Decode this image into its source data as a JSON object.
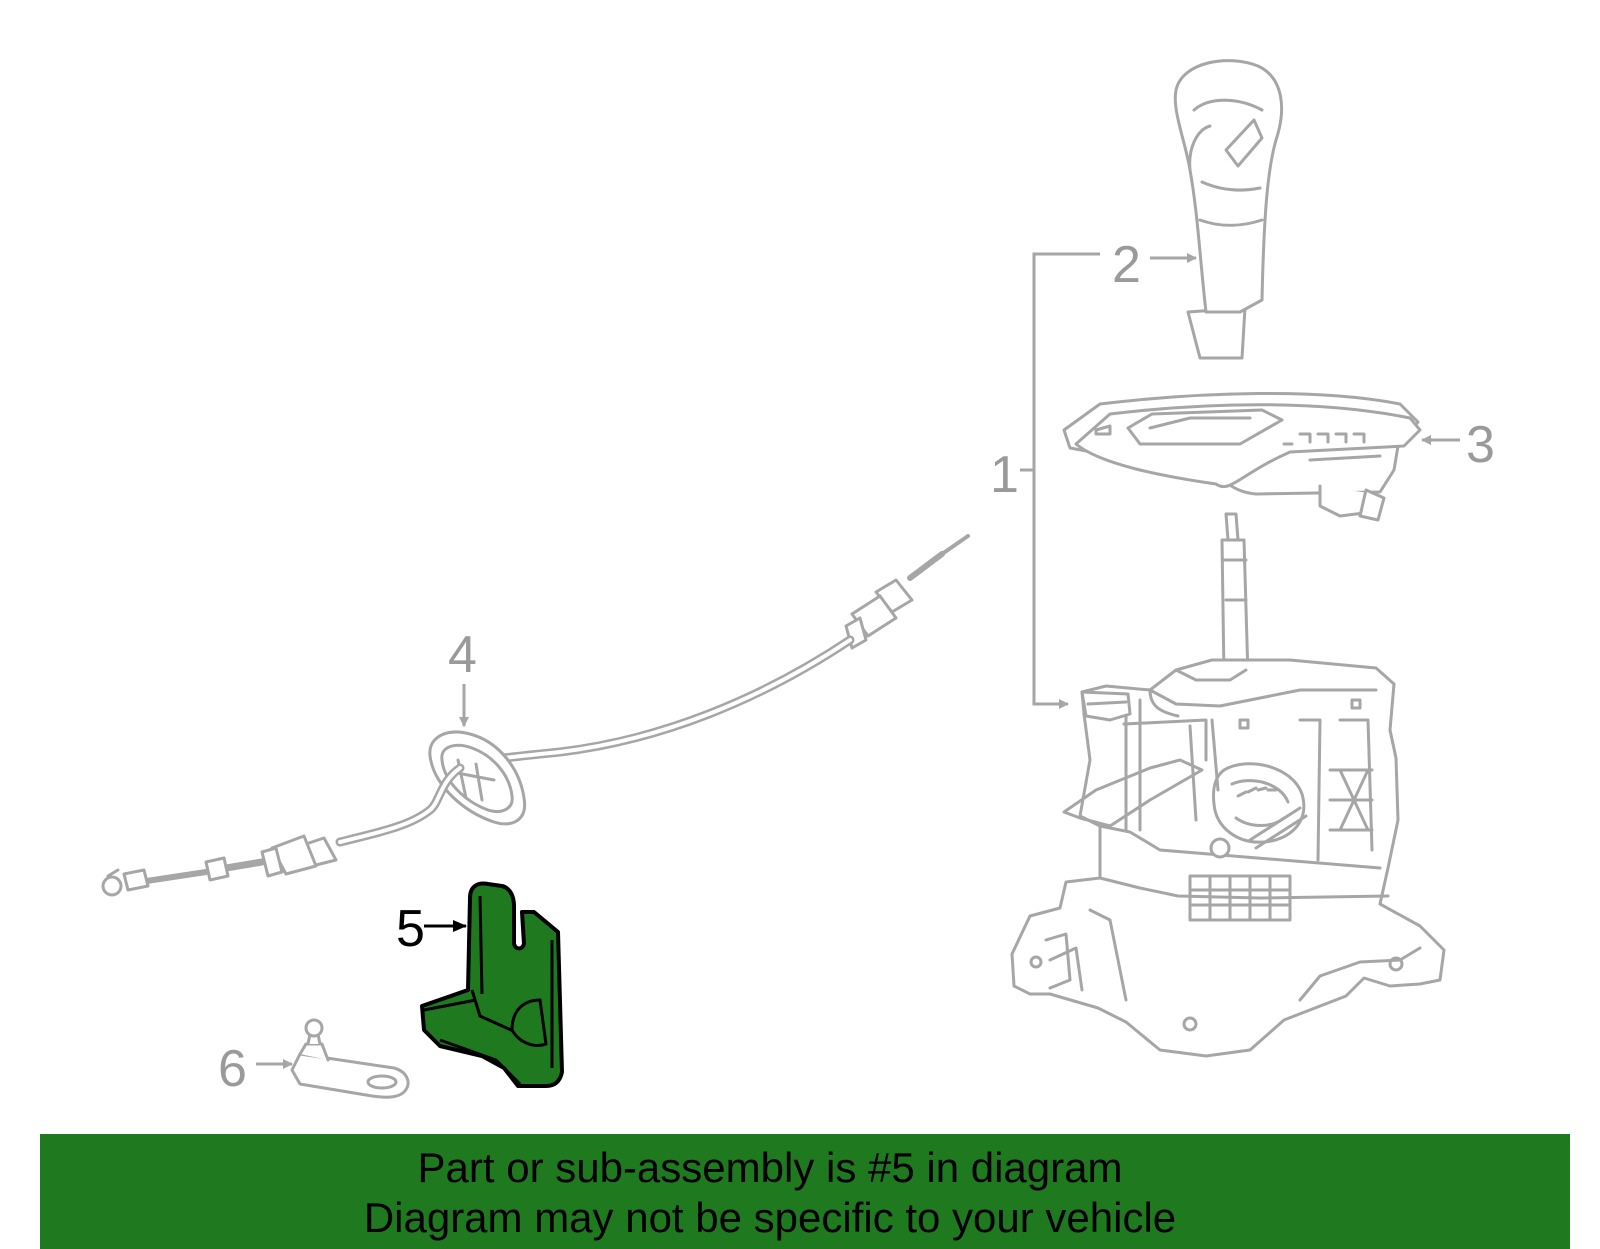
{
  "diagram": {
    "callouts": [
      {
        "id": "1",
        "label": "1"
      },
      {
        "id": "2",
        "label": "2"
      },
      {
        "id": "3",
        "label": "3"
      },
      {
        "id": "4",
        "label": "4"
      },
      {
        "id": "5",
        "label": "5"
      },
      {
        "id": "6",
        "label": "6"
      }
    ],
    "highlighted_part": "5",
    "highlight_color": "#1f7a1f",
    "line_color": "#a6a6a6"
  },
  "banner": {
    "line1": "Part or sub-assembly is #5 in diagram",
    "line2": "Diagram may not be specific to your vehicle",
    "background_color": "#1f7a1f"
  }
}
